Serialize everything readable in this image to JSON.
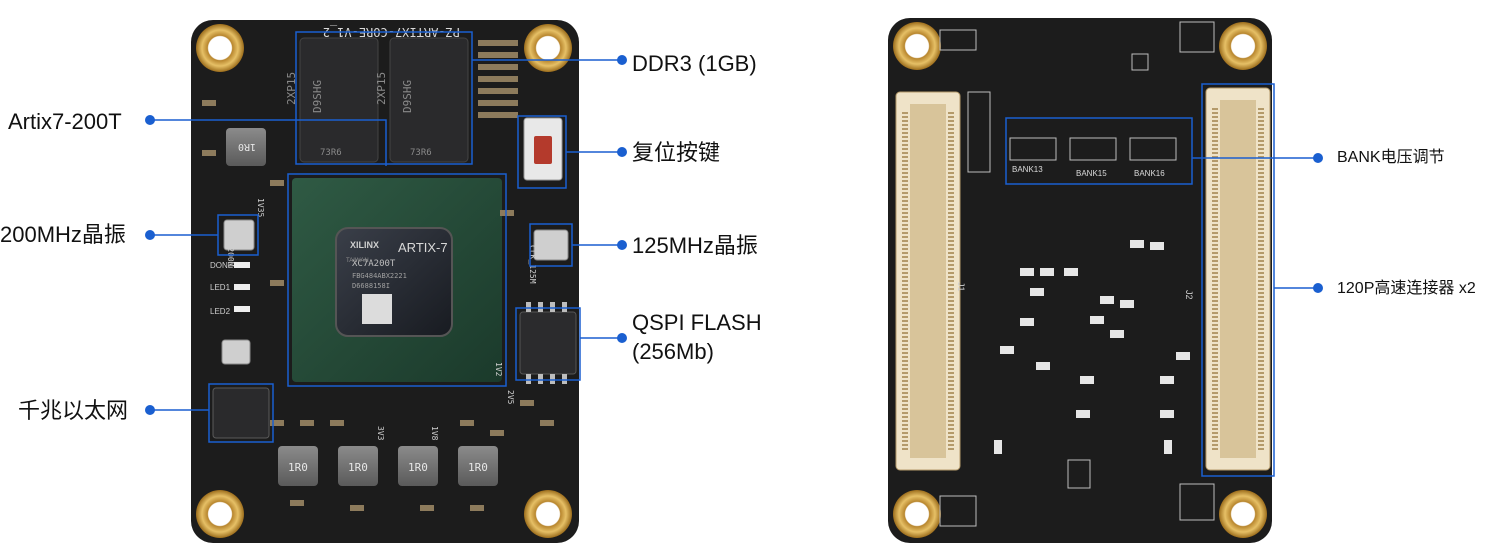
{
  "left_board": {
    "labels": {
      "ddr3": "DDR3 (1GB)",
      "fpga": "Artix7-200T",
      "reset": "复位按键",
      "osc200": "200MHz晶振",
      "osc125": "125MHz晶振",
      "qspi_line1": "QSPI FLASH",
      "qspi_line2": "(256Mb)",
      "ethernet": "千兆以太网"
    },
    "silk": {
      "board_name": "PZ-ARTIX7-CORE-V1_2",
      "ddr_chip": [
        "2XP15",
        "D9SHG"
      ],
      "ddr_code": "73R6",
      "fpga_brand": "XILINX",
      "fpga_family": "ARTIX-7",
      "fpga_part": "XC7A200T",
      "fpga_pkg": "FBG484ABX2221",
      "fpga_lot": "D6688158I",
      "fpga_mark": "TAIWAN",
      "inductor": "1R0",
      "clk200": "CLK_200M",
      "clk125": "CLK_125M",
      "done": "DONE",
      "led1": "LED1",
      "led2": "LED2",
      "v135": "1V35",
      "v33": "3V3",
      "v18": "1V8",
      "v25": "2V5",
      "v12": "1V2"
    }
  },
  "right_board": {
    "labels": {
      "bank": "BANK电压调节",
      "connector": "120P高速连接器 x2"
    },
    "silk": {
      "bank13": "BANK13",
      "bank15": "BANK15",
      "bank16": "BANK16",
      "j1": "J1",
      "j2": "J2"
    }
  },
  "colors": {
    "callout": "#1a5fd0",
    "pcb": "#1c1c1c",
    "gold": "#d4a74a",
    "connector": "#efe3c8"
  }
}
